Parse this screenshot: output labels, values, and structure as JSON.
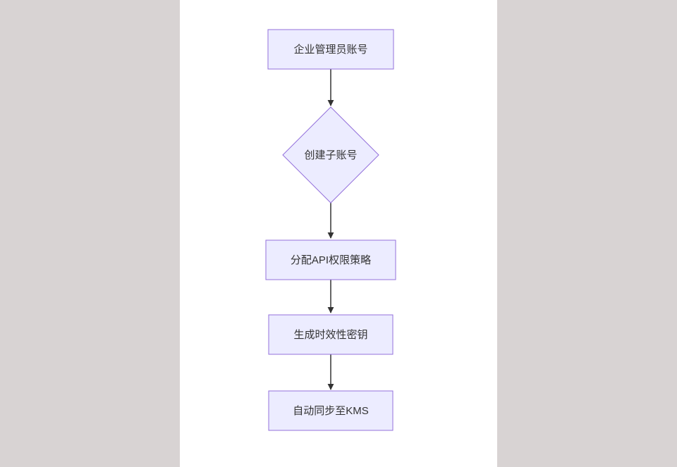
{
  "diagram": {
    "type": "flowchart",
    "direction": "top-down",
    "nodes": [
      {
        "id": "admin-account",
        "shape": "rectangle",
        "label": "企业管理员账号"
      },
      {
        "id": "create-subaccount",
        "shape": "diamond",
        "label": "创建子账号"
      },
      {
        "id": "assign-api-policy",
        "shape": "rectangle",
        "label": "分配API权限策略"
      },
      {
        "id": "generate-temp-key",
        "shape": "rectangle",
        "label": "生成时效性密钥"
      },
      {
        "id": "sync-to-kms",
        "shape": "rectangle",
        "label": "自动同步至KMS"
      }
    ],
    "edges": [
      {
        "from": "admin-account",
        "to": "create-subaccount"
      },
      {
        "from": "create-subaccount",
        "to": "assign-api-policy"
      },
      {
        "from": "assign-api-policy",
        "to": "generate-temp-key"
      },
      {
        "from": "generate-temp-key",
        "to": "sync-to-kms"
      }
    ],
    "colors": {
      "page_background": "#D8D3D3",
      "canvas_background": "#FFFFFF",
      "node_fill": "#ECECFF",
      "node_border": "#9370DB",
      "arrow": "#333333",
      "text": "#333333"
    }
  }
}
